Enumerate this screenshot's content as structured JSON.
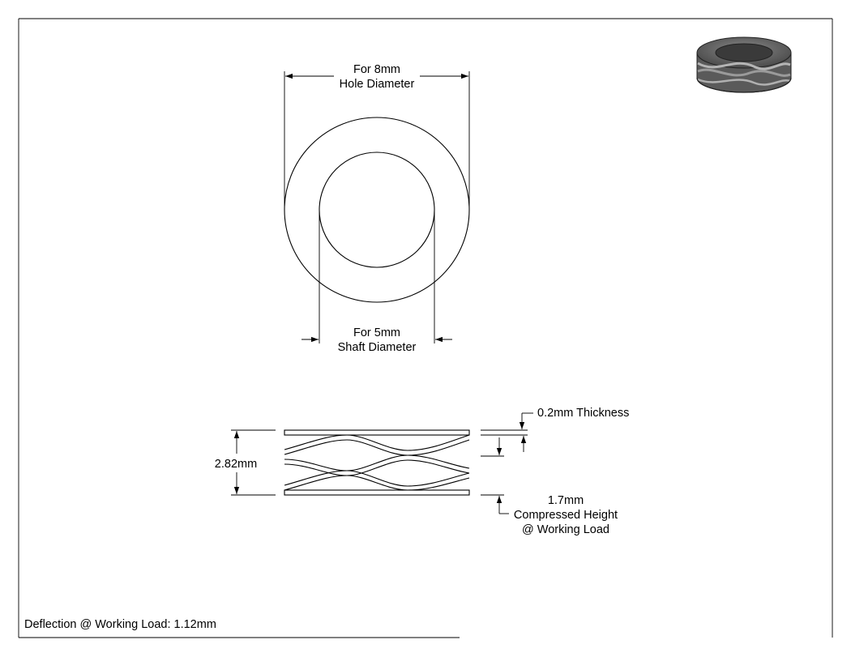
{
  "top_view": {
    "outer_label_line1": "For 8mm",
    "outer_label_line2": "Hole Diameter",
    "inner_label_line1": "For 5mm",
    "inner_label_line2": "Shaft Diameter"
  },
  "side_view": {
    "free_height": "2.82mm",
    "thickness": "0.2mm Thickness",
    "compressed_line1": "1.7mm",
    "compressed_line2": "Compressed Height",
    "compressed_line3": "@ Working Load"
  },
  "footer": {
    "deflection": "Deflection @ Working Load: 1.12mm"
  },
  "colors": {
    "line": "#000000",
    "render_body": "#6f6f6f",
    "render_dark": "#2e2e2e",
    "render_light": "#a8a8a8"
  },
  "icons": {
    "iso_render": "wave-spring-3d-icon"
  }
}
